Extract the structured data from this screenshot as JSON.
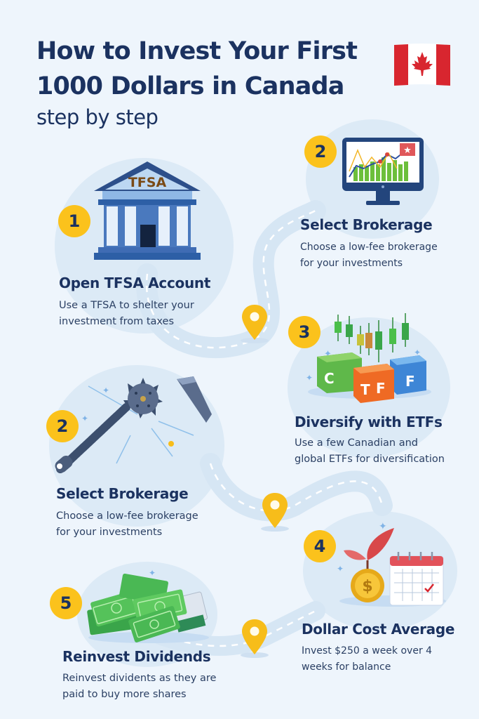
{
  "header": {
    "title_line1": "How to Invest Your First",
    "title_line2": "1000 Dollars in Canada",
    "subtitle": "step by step",
    "flag_icon": "canada-flag-icon"
  },
  "colors": {
    "background": "#eef5fc",
    "title": "#1b3260",
    "badge": "#fbc21c",
    "blob": "#dceaf6",
    "road": "#d6e6f4",
    "pin": "#f7bd1a",
    "flag_red": "#d8262f"
  },
  "steps": [
    {
      "number": "1",
      "title": "Open TFSA Account",
      "description_line1": "Use a TFSA to shelter your",
      "description_line2": "investment from taxes",
      "icon": "bank-building-icon",
      "icon_label": "TFSA"
    },
    {
      "number": "2",
      "title": "Select Brokerage",
      "description_line1": "Choose a low-fee brokerage",
      "description_line2": "for your investments",
      "icon": "computer-monitor-chart-icon"
    },
    {
      "number": "3",
      "title": "Diversify with ETFs",
      "description_line1": "Use a few Canadian and",
      "description_line2": "global ETFs for diversification",
      "icon": "etf-blocks-icon",
      "block_letters": [
        "C",
        "T",
        "F",
        "F"
      ]
    },
    {
      "number": "2",
      "title": "Select Brokerage",
      "description_line1": "Choose a low-fee brokerage",
      "description_line2": "for your investments",
      "icon": "mace-icon"
    },
    {
      "number": "4",
      "title": "Dollar Cost Average",
      "description_line1": "Invest $250 a week over 4",
      "description_line2": "weeks for balance",
      "icon": "coin-plant-calendar-icon"
    },
    {
      "number": "5",
      "title": "Reinvest Dividends",
      "description_line1": "Reinvest dividents as they are",
      "description_line2": "paid to buy more shares",
      "icon": "money-stack-icon"
    }
  ],
  "pins": [
    "location-pin-icon",
    "location-pin-icon",
    "location-pin-icon"
  ]
}
